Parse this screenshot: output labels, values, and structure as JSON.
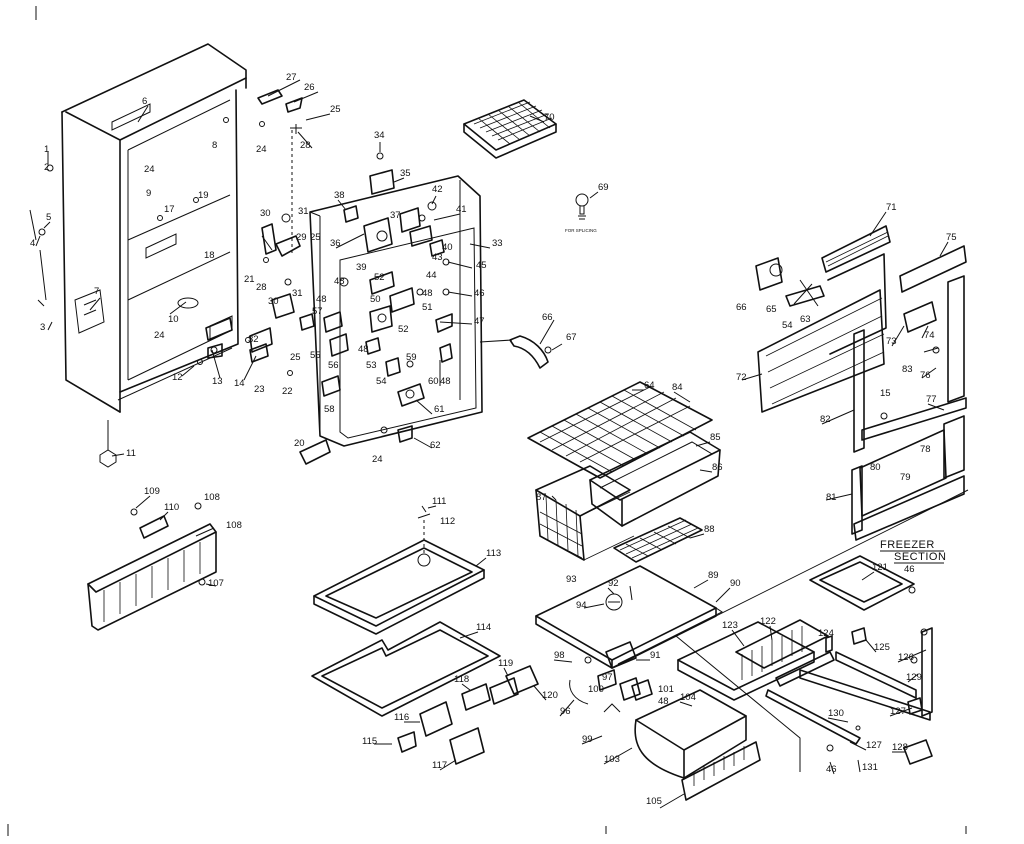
{
  "section_label": [
    "FREEZER",
    "SECTION"
  ],
  "splice_note": "FOR SPLICING",
  "callouts": [
    {
      "id": "c1",
      "text": "1"
    },
    {
      "id": "c2",
      "text": "2"
    },
    {
      "id": "c3",
      "text": "3"
    },
    {
      "id": "c4",
      "text": "4"
    },
    {
      "id": "c5",
      "text": "5"
    },
    {
      "id": "c6",
      "text": "6"
    },
    {
      "id": "c7",
      "text": "7"
    },
    {
      "id": "c8",
      "text": "8"
    },
    {
      "id": "c9",
      "text": "9"
    },
    {
      "id": "c10",
      "text": "10"
    },
    {
      "id": "c11",
      "text": "11"
    },
    {
      "id": "c12",
      "text": "12"
    },
    {
      "id": "c13",
      "text": "13"
    },
    {
      "id": "c14",
      "text": "14"
    },
    {
      "id": "c15",
      "text": "15"
    },
    {
      "id": "c17",
      "text": "17"
    },
    {
      "id": "c18",
      "text": "18"
    },
    {
      "id": "c19",
      "text": "19"
    },
    {
      "id": "c20",
      "text": "20"
    },
    {
      "id": "c21",
      "text": "21"
    },
    {
      "id": "c22",
      "text": "22"
    },
    {
      "id": "c23",
      "text": "23"
    },
    {
      "id": "c24a",
      "text": "24"
    },
    {
      "id": "c24b",
      "text": "24"
    },
    {
      "id": "c24c",
      "text": "24"
    },
    {
      "id": "c24d",
      "text": "24"
    },
    {
      "id": "c25a",
      "text": "25"
    },
    {
      "id": "c25b",
      "text": "25"
    },
    {
      "id": "c25c",
      "text": "25"
    },
    {
      "id": "c26",
      "text": "26"
    },
    {
      "id": "c27",
      "text": "27"
    },
    {
      "id": "c28a",
      "text": "28"
    },
    {
      "id": "c28b",
      "text": "28"
    },
    {
      "id": "c29",
      "text": "29"
    },
    {
      "id": "c30a",
      "text": "30"
    },
    {
      "id": "c30b",
      "text": "30"
    },
    {
      "id": "c31a",
      "text": "31"
    },
    {
      "id": "c31b",
      "text": "31"
    },
    {
      "id": "c32",
      "text": "32"
    },
    {
      "id": "c33",
      "text": "33"
    },
    {
      "id": "c34",
      "text": "34"
    },
    {
      "id": "c35",
      "text": "35"
    },
    {
      "id": "c36",
      "text": "36"
    },
    {
      "id": "c37",
      "text": "37"
    },
    {
      "id": "c38",
      "text": "38"
    },
    {
      "id": "c39",
      "text": "39"
    },
    {
      "id": "c40",
      "text": "40"
    },
    {
      "id": "c41",
      "text": "41"
    },
    {
      "id": "c42",
      "text": "42"
    },
    {
      "id": "c43",
      "text": "43"
    },
    {
      "id": "c44",
      "text": "44"
    },
    {
      "id": "c45",
      "text": "45"
    },
    {
      "id": "c46a",
      "text": "46"
    },
    {
      "id": "c46b",
      "text": "46"
    },
    {
      "id": "c46c",
      "text": "46"
    },
    {
      "id": "c47",
      "text": "47"
    },
    {
      "id": "c48a",
      "text": "48"
    },
    {
      "id": "c48b",
      "text": "48"
    },
    {
      "id": "c48c",
      "text": "48"
    },
    {
      "id": "c48d",
      "text": "48"
    },
    {
      "id": "c48e",
      "text": "48"
    },
    {
      "id": "c50",
      "text": "50"
    },
    {
      "id": "c51",
      "text": "51"
    },
    {
      "id": "c52a",
      "text": "52"
    },
    {
      "id": "c52b",
      "text": "52"
    },
    {
      "id": "c53",
      "text": "53"
    },
    {
      "id": "c54a",
      "text": "54"
    },
    {
      "id": "c54b",
      "text": "54"
    },
    {
      "id": "c55",
      "text": "55"
    },
    {
      "id": "c56",
      "text": "56"
    },
    {
      "id": "c57",
      "text": "57"
    },
    {
      "id": "c58",
      "text": "58"
    },
    {
      "id": "c59",
      "text": "59"
    },
    {
      "id": "c60",
      "text": "60"
    },
    {
      "id": "c61",
      "text": "61"
    },
    {
      "id": "c62",
      "text": "62"
    },
    {
      "id": "c63",
      "text": "63"
    },
    {
      "id": "c64",
      "text": "64"
    },
    {
      "id": "c65",
      "text": "65"
    },
    {
      "id": "c66a",
      "text": "66"
    },
    {
      "id": "c66b",
      "text": "66"
    },
    {
      "id": "c67",
      "text": "67"
    },
    {
      "id": "c69",
      "text": "69"
    },
    {
      "id": "c70",
      "text": "70"
    },
    {
      "id": "c71",
      "text": "71"
    },
    {
      "id": "c72",
      "text": "72"
    },
    {
      "id": "c73",
      "text": "73"
    },
    {
      "id": "c74",
      "text": "74"
    },
    {
      "id": "c75",
      "text": "75"
    },
    {
      "id": "c76",
      "text": "76"
    },
    {
      "id": "c77",
      "text": "77"
    },
    {
      "id": "c78",
      "text": "78"
    },
    {
      "id": "c79",
      "text": "79"
    },
    {
      "id": "c80",
      "text": "80"
    },
    {
      "id": "c81",
      "text": "81"
    },
    {
      "id": "c82",
      "text": "82"
    },
    {
      "id": "c83",
      "text": "83"
    },
    {
      "id": "c84",
      "text": "84"
    },
    {
      "id": "c85",
      "text": "85"
    },
    {
      "id": "c86",
      "text": "86"
    },
    {
      "id": "c87",
      "text": "87"
    },
    {
      "id": "c88",
      "text": "88"
    },
    {
      "id": "c89",
      "text": "89"
    },
    {
      "id": "c90",
      "text": "90"
    },
    {
      "id": "c91",
      "text": "91"
    },
    {
      "id": "c92",
      "text": "92"
    },
    {
      "id": "c93",
      "text": "93"
    },
    {
      "id": "c94",
      "text": "94"
    },
    {
      "id": "c96",
      "text": "96"
    },
    {
      "id": "c97",
      "text": "97"
    },
    {
      "id": "c98",
      "text": "98"
    },
    {
      "id": "c99",
      "text": "99"
    },
    {
      "id": "c100",
      "text": "100"
    },
    {
      "id": "c101",
      "text": "101"
    },
    {
      "id": "c103",
      "text": "103"
    },
    {
      "id": "c104",
      "text": "104"
    },
    {
      "id": "c105",
      "text": "105"
    },
    {
      "id": "c107",
      "text": "107"
    },
    {
      "id": "c108a",
      "text": "108"
    },
    {
      "id": "c108b",
      "text": "108"
    },
    {
      "id": "c109",
      "text": "109"
    },
    {
      "id": "c110",
      "text": "110"
    },
    {
      "id": "c111",
      "text": "111"
    },
    {
      "id": "c112",
      "text": "112"
    },
    {
      "id": "c113",
      "text": "113"
    },
    {
      "id": "c114",
      "text": "114"
    },
    {
      "id": "c115",
      "text": "115"
    },
    {
      "id": "c116",
      "text": "116"
    },
    {
      "id": "c117",
      "text": "117"
    },
    {
      "id": "c118",
      "text": "118"
    },
    {
      "id": "c119",
      "text": "119"
    },
    {
      "id": "c120",
      "text": "120"
    },
    {
      "id": "c121",
      "text": "121"
    },
    {
      "id": "c122",
      "text": "122"
    },
    {
      "id": "c123",
      "text": "123"
    },
    {
      "id": "c124",
      "text": "124"
    },
    {
      "id": "c125",
      "text": "125"
    },
    {
      "id": "c126",
      "text": "126"
    },
    {
      "id": "c127a",
      "text": "127"
    },
    {
      "id": "c127b",
      "text": "127"
    },
    {
      "id": "c128",
      "text": "128"
    },
    {
      "id": "c129",
      "text": "129"
    },
    {
      "id": "c130",
      "text": "130"
    },
    {
      "id": "c131",
      "text": "131"
    },
    {
      "id": "c48f",
      "text": "48"
    }
  ]
}
